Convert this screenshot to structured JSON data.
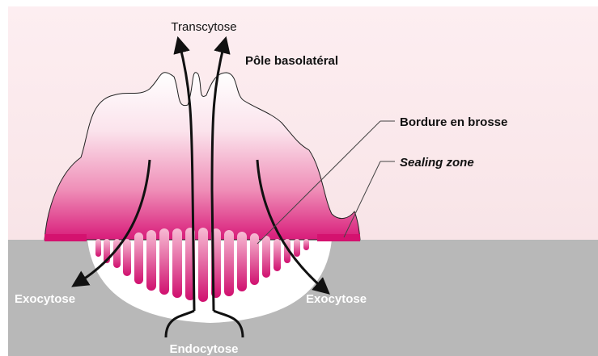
{
  "labels": {
    "transcytose": "Transcytose",
    "pole_basolateral": "Pôle basolatéral",
    "bordure_en_brosse": "Bordure en brosse",
    "sealing_zone": "Sealing zone",
    "exocytose_left": "Exocytose",
    "exocytose_right": "Exocytose",
    "endocytose": "Endocytose"
  },
  "colors": {
    "bone": "#b8b8b8",
    "background_top": "#fbe9ec",
    "cell_pink": "#d81b7a",
    "sealing_magenta": "#d4126f",
    "resorption_lacuna": "#ffffff",
    "arrows": "#111111"
  }
}
